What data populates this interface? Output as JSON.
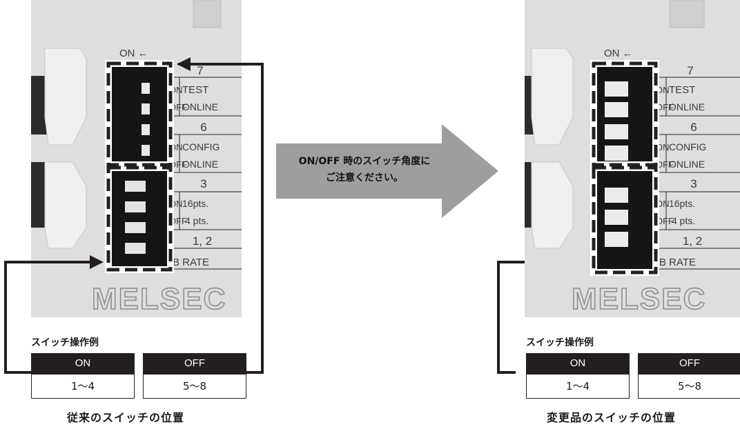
{
  "switch_labels": {
    "on_arrow": "ON ←",
    "row7_num": "7",
    "row7_on": "ON",
    "row7_on_val": "TEST",
    "row7_off": "OFF",
    "row7_off_val": "ONLINE",
    "row6_num": "6",
    "row6_on": "ON",
    "row6_on_val": "CONFIG",
    "row6_off": "OFF",
    "row6_off_val": "ONLINE",
    "row3_num": "3",
    "row3_on": "ON",
    "row3_on_val": "16pts.",
    "row3_off": "OFF",
    "row3_off_val": "4 pts.",
    "row12_num": "1, 2",
    "row12_val": "B RATE",
    "brand": "MELSEC"
  },
  "left": {
    "example_title": "スイッチ操作例",
    "on_header": "ON",
    "on_value": "1～4",
    "off_header": "OFF",
    "off_value": "5～8",
    "caption": "従来のスイッチの位置"
  },
  "right": {
    "example_title": "スイッチ操作例",
    "on_header": "ON",
    "on_value": "1～4",
    "off_header": "OFF",
    "off_value": "5～8",
    "caption": "変更品のスイッチの位置"
  },
  "center_arrow": {
    "line1": "ON/OFF 時のスイッチ角度に",
    "line2": "ご注意ください。"
  },
  "colors": {
    "arrow_gray": "#9e9e9e",
    "frame_black": "#231f20",
    "photo_bg": "#dcdcdc"
  }
}
